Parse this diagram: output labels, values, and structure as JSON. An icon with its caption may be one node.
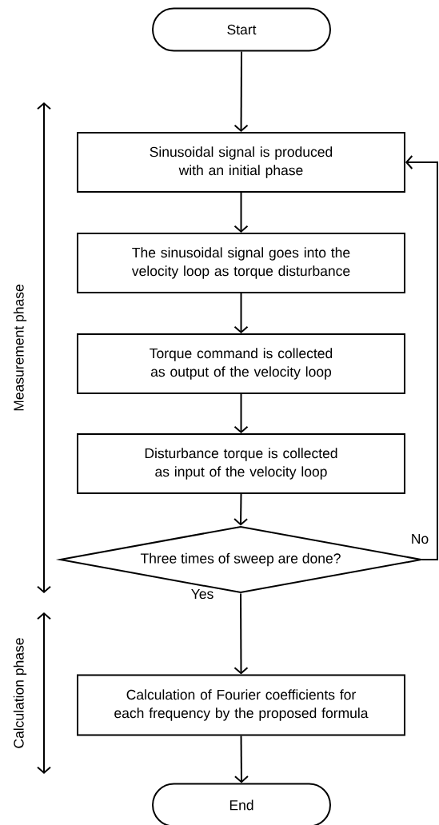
{
  "diagram": {
    "nodes": [
      {
        "text": [
          "Start"
        ]
      },
      {
        "text": [
          "Sinusoidal signal is produced with an initial phase"
        ]
      },
      {
        "text": [
          "The sinusoidal signal goes into the velocity loop as torque disturbance"
        ]
      },
      {
        "text": [
          "Torque command is collected as output of the velocity loop"
        ]
      },
      {
        "text": [
          "Disturbance torque is collected as input of the velocity loop"
        ]
      },
      {
        "text": [
          "Three times of sweep are done?"
        ]
      },
      {
        "text": [
          "Calculation of Fourier coefficients for each frequency by the proposed formula"
        ]
      },
      {
        "text": [
          "End"
        ]
      }
    ],
    "edges": [
      {
        "from": 0,
        "to": 1,
        "arrow": "to"
      },
      {
        "from": 1,
        "to": 2,
        "arrow": "to"
      },
      {
        "from": 2,
        "to": 3,
        "arrow": "to"
      },
      {
        "from": 3,
        "to": 4,
        "arrow": "to"
      },
      {
        "from": 4,
        "to": 5,
        "arrow": "to"
      },
      {
        "from": 5,
        "to": 1,
        "arrow": "to",
        "label": "No"
      },
      {
        "from": 5,
        "to": 6,
        "arrow": "to",
        "label": "Yes"
      },
      {
        "from": 6,
        "to": 7,
        "arrow": "to"
      }
    ],
    "labels": [
      "Measurement phase",
      "Calculation phase"
    ]
  }
}
